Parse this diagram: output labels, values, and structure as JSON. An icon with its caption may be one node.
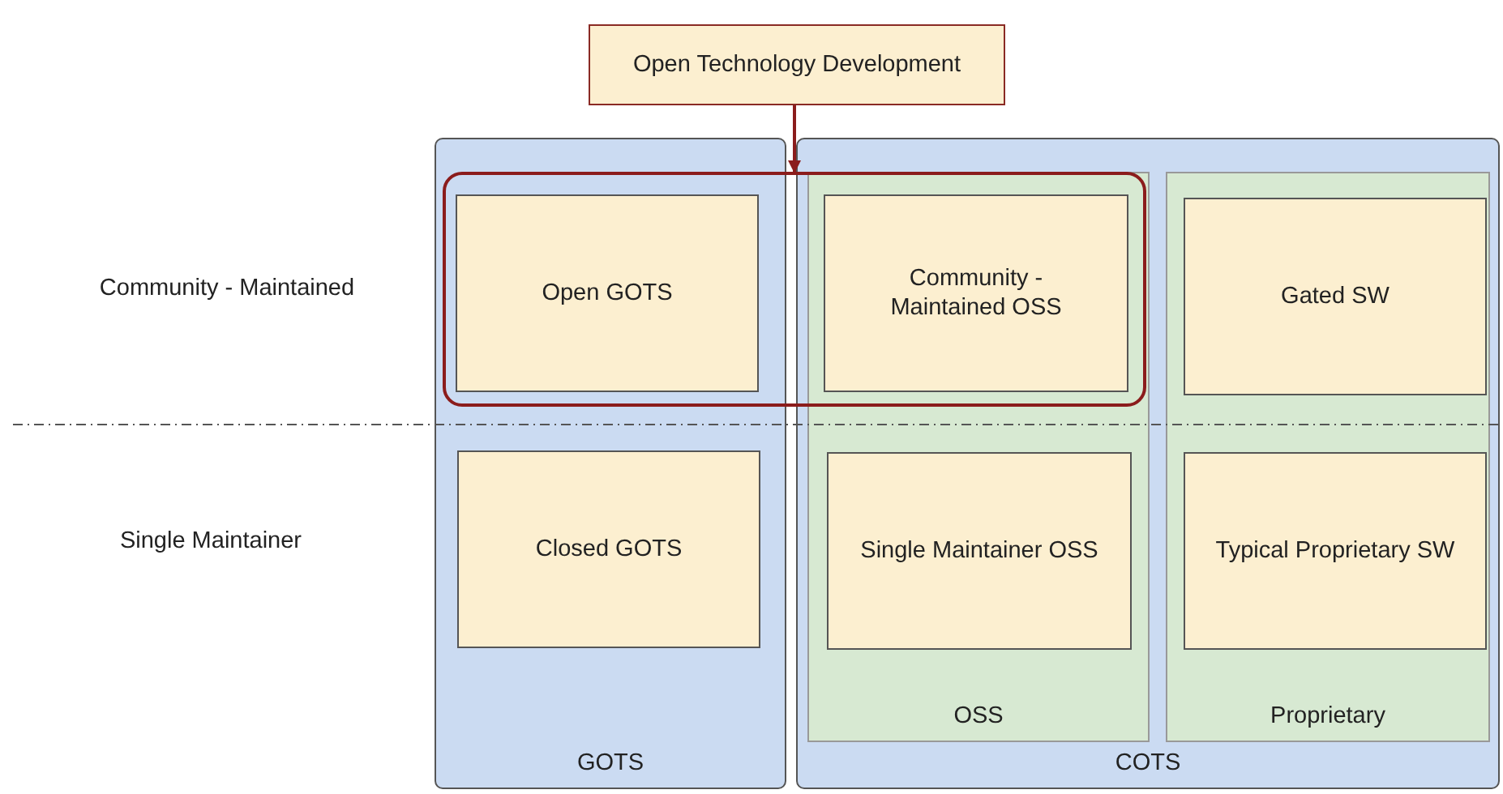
{
  "diagram": {
    "nodes": [
      {
        "text": [
          "Open Technology Development"
        ]
      },
      {
        "text": [
          "GOTS"
        ]
      },
      {
        "text": [
          "Open GOTS"
        ]
      },
      {
        "text": [
          "Closed GOTS"
        ],
        "in": 1
      },
      {
        "text": [
          "COTS"
        ]
      },
      {
        "text": [
          "OSS"
        ],
        "in": 4
      },
      {
        "text": [
          "Community - Maintained OSS"
        ]
      },
      {
        "text": [
          "Single Maintainer OSS"
        ],
        "in": 5
      },
      {
        "text": [
          "Proprietary"
        ],
        "in": 4
      },
      {
        "text": [
          "Gated SW"
        ],
        "in": 8
      },
      {
        "text": [
          "Typical Proprietary SW"
        ],
        "in": 8
      },
      {
        "text": [],
        "shape": "box"
      }
    ],
    "edges": [
      {
        "from": 0,
        "to": 11,
        "arrow": "to"
      }
    ],
    "labels": [
      "Community - Maintained",
      "Single Maintainer"
    ]
  }
}
